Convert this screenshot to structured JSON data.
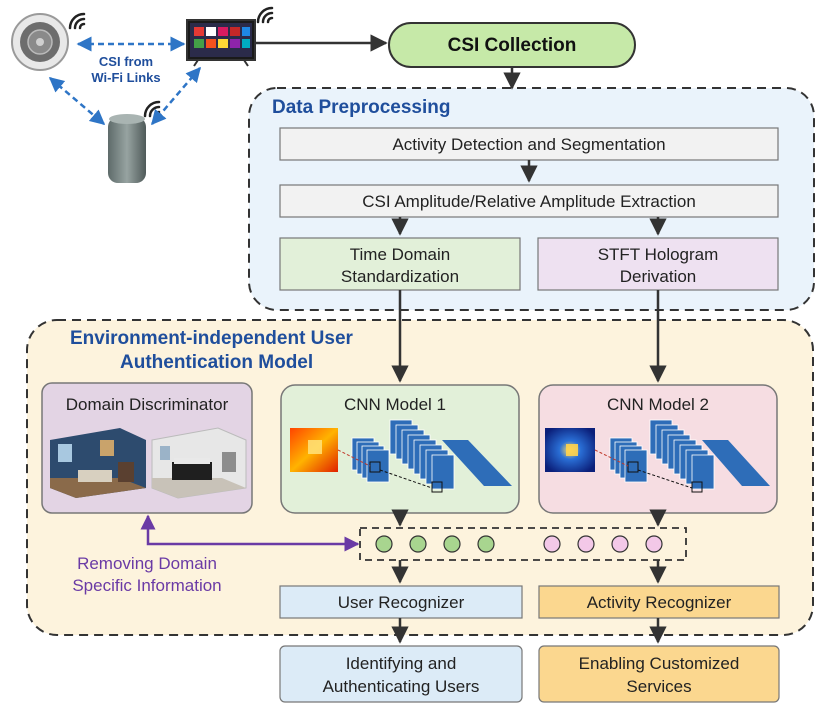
{
  "devices": {
    "caption_line1": "CSI from",
    "caption_line2": "Wi-Fi Links"
  },
  "csi_collection": "CSI Collection",
  "preprocessing": {
    "title": "Data Preprocessing",
    "activity_detection": "Activity Detection and Segmentation",
    "amplitude_extraction": "CSI Amplitude/Relative Amplitude Extraction",
    "time_domain_line1": "Time Domain",
    "time_domain_line2": "Standardization",
    "stft_line1": "STFT Hologram",
    "stft_line2": "Derivation"
  },
  "model": {
    "title_line1": "Environment-independent User",
    "title_line2": "Authentication Model",
    "domain_discriminator": "Domain Discriminator",
    "cnn1": "CNN Model 1",
    "cnn2": "CNN Model 2",
    "removing_line1": "Removing Domain",
    "removing_line2": "Specific Information",
    "user_recognizer": "User Recognizer",
    "activity_recognizer": "Activity Recognizer"
  },
  "outputs": {
    "identify_line1": "Identifying and",
    "identify_line2": "Authenticating Users",
    "services_line1": "Enabling Customized",
    "services_line2": "Services"
  },
  "colors": {
    "title_blue": "#1f4e9c",
    "purple_arrow": "#6a3aa5",
    "green_fill": "#e2f0d9",
    "pink_fill": "#f6dde2",
    "lavender_fill": "#eee1f1",
    "blue_fill": "#dcebf7",
    "orange_fill": "#fbd78f",
    "light_blue_bg": "#eaf3fb",
    "light_yellow_bg": "#fdf3dd"
  }
}
